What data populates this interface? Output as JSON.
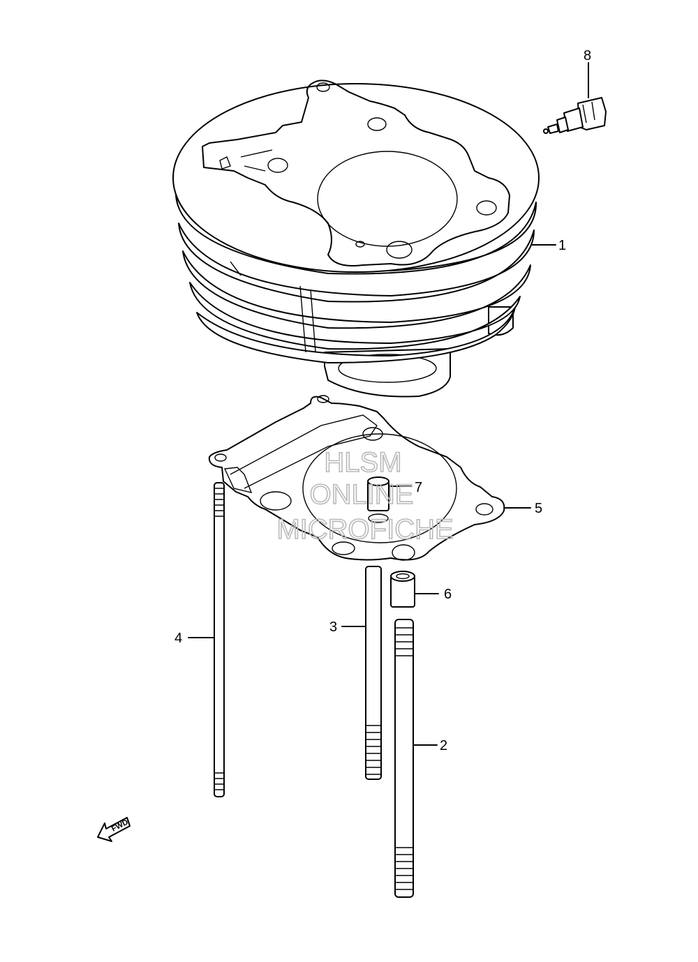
{
  "callouts": [
    {
      "id": "1",
      "label": "1"
    },
    {
      "id": "2",
      "label": "2"
    },
    {
      "id": "3",
      "label": "3"
    },
    {
      "id": "4",
      "label": "4"
    },
    {
      "id": "5",
      "label": "5"
    },
    {
      "id": "6",
      "label": "6"
    },
    {
      "id": "7",
      "label": "7"
    },
    {
      "id": "8",
      "label": "8"
    }
  ],
  "watermark": {
    "line1": "HLSM",
    "line2": "ONLINE",
    "line3": "MICROFICHE"
  },
  "fwd_arrow": {
    "label": "FWD"
  }
}
